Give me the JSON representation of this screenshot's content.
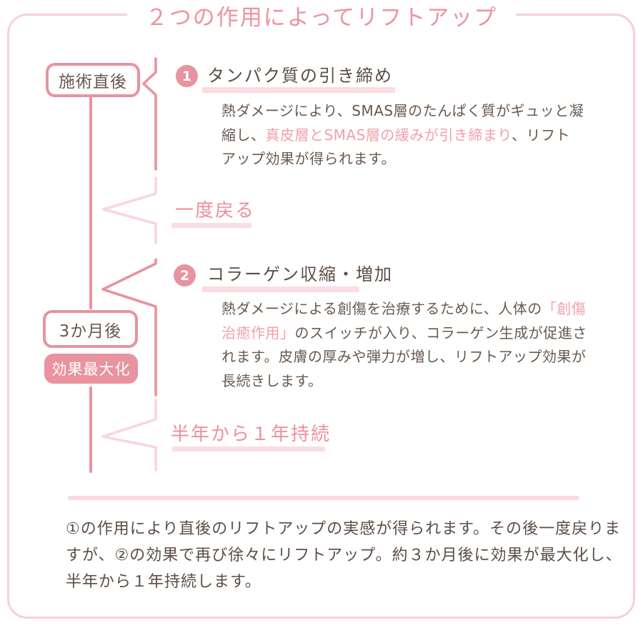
{
  "title": "２つの作用によってリフトアップ",
  "timeline": {
    "label_immediately_after": "施術直後",
    "label_3months": "3か月後",
    "badge_max_effect": "効果最大化",
    "note_return": "一度戻る",
    "note_duration": "半年から１年持続"
  },
  "section1": {
    "number": "1",
    "heading": "タンパク質の引き締め",
    "body": {
      "line1": "熱ダメージにより、SMAS層のたんぱく質がギュッと凝",
      "line2_prefix": "縮し、",
      "line2_highlight": "真皮層とSMAS層の緩みが引き締まり",
      "line2_suffix": "、リフト",
      "line3": "アップ効果が得られます。"
    }
  },
  "section2": {
    "number": "2",
    "heading": "コラーゲン収縮・増加",
    "body": {
      "line1_prefix": "熱ダメージによる創傷を治療するために、人体の",
      "line1_highlight": "「創傷",
      "line2_highlight": "治癒作用」",
      "line2_suffix": "のスイッチが入り、コラーゲン生成が促進さ",
      "line3": "れます。皮膚の厚みや弾力が増し、リフトアップ効果が",
      "line4": "長続きします。"
    }
  },
  "footer": {
    "line1": "①の作用により直後のリフトアップの実感が得られます。その後一度戻りま",
    "line2": "すが、②の効果で再び徐々にリフトアップ。約３か月後に効果が最大化し、",
    "line3": "半年から１年持続します。"
  },
  "colors": {
    "accent_pink": "#e8939f",
    "light_pink": "#f9d6db",
    "underline_pink": "#fbdce2",
    "title_pink": "#ee93a0",
    "highlight_text_pink": "#f29fa9",
    "body_brown": "#6a594d",
    "heading_brown": "#5c4d45",
    "background": "#ffffff"
  }
}
